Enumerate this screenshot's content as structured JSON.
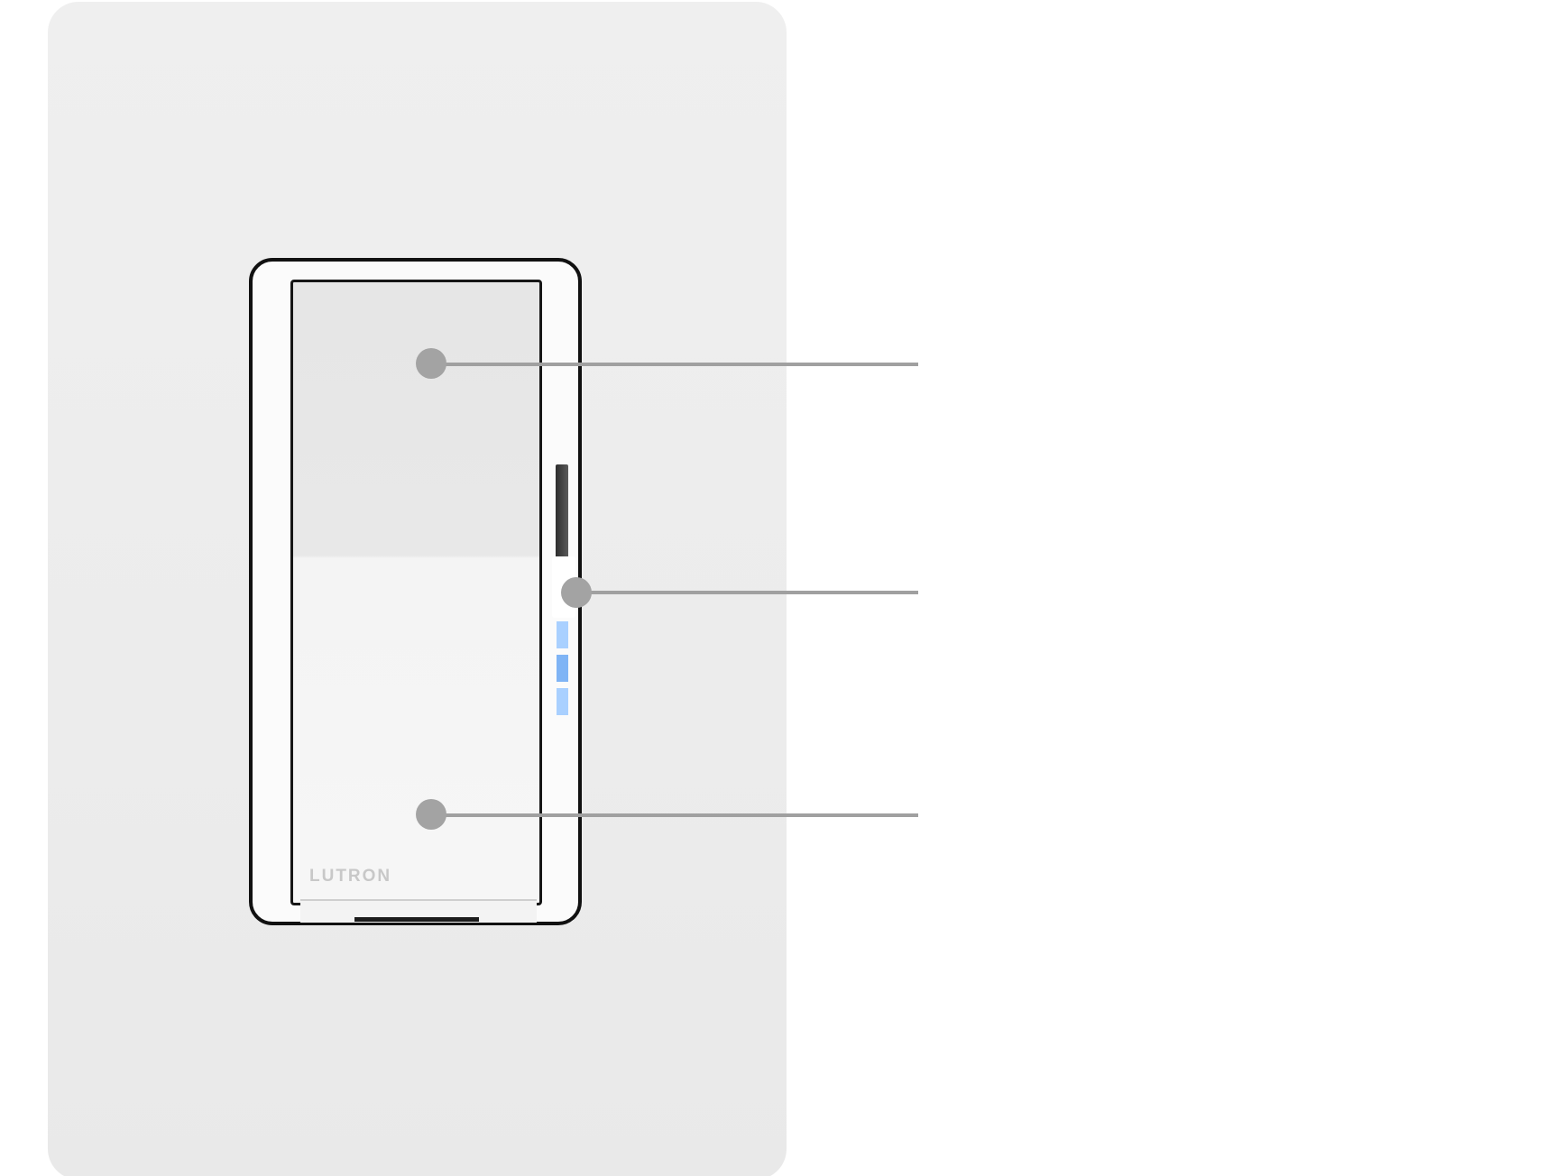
{
  "device": {
    "brand": "LUTRON",
    "led_color": "#7fb4f5",
    "callout_color": "#a0a0a0"
  },
  "callouts": [
    {
      "id": "upper-paddle",
      "text": ""
    },
    {
      "id": "slider",
      "text": ""
    },
    {
      "id": "lower-paddle",
      "text": ""
    }
  ]
}
